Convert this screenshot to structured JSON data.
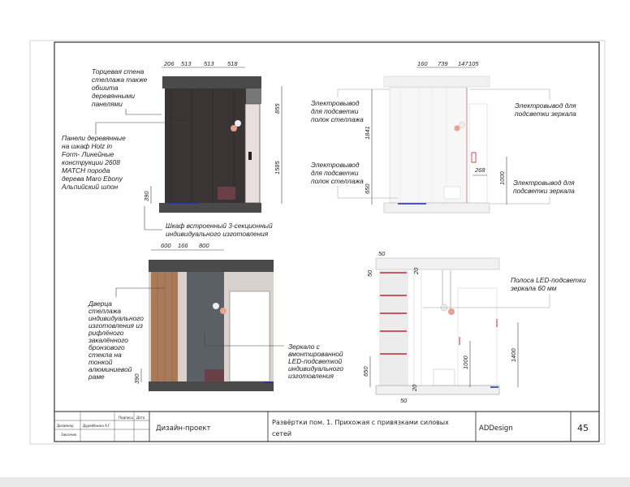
{
  "sheet": {
    "project_type": "Дизайн-проект",
    "title_line1": "Развёртки пом. 1. Прихожая с привязками силовых",
    "title_line2": "сетей",
    "studio": "ADDesign",
    "sheet_number": "45",
    "headers": {
      "signature": "Подпись",
      "date": "Дата"
    },
    "rows": [
      {
        "role": "Дизайнер",
        "name": "Дурейбнина А.Г."
      },
      {
        "role": "Заказчик",
        "name": ""
      }
    ]
  },
  "elevation_1": {
    "dims_top": [
      "206",
      "513",
      "513",
      "518"
    ],
    "dims_right": [
      "855",
      "1585"
    ],
    "dim_left": "390",
    "note_end_wall": [
      "Торцевая стена",
      "стеллажа также",
      "обшита",
      "деревянными",
      "панелями"
    ],
    "note_panels": [
      "Панели деревянные",
      "на шкаф Holz in",
      "Form- Линейные",
      "конструкции 2608",
      "MATCH порода",
      "дерева Maro Ebony",
      "Альпийский шпон"
    ],
    "note_wardrobe": [
      "Шкаф встроенный 3-секционный",
      "индивидуального изготовления"
    ]
  },
  "elevation_2": {
    "dims_top": [
      "160",
      "739",
      "147",
      "105"
    ],
    "dims_left": [
      "1841",
      "650"
    ],
    "dim_268": "268",
    "dim_1000": "1000",
    "note_shelf_outlet_1": [
      "Электровывод",
      "для подсветки",
      "полок стеллажа"
    ],
    "note_shelf_outlet_2": [
      "Электровывод",
      "для подсветки",
      "полок стеллажа"
    ],
    "note_mirror_outlet_1": [
      "Электровывод для",
      "подсветки зеркала"
    ],
    "note_mirror_outlet_2": [
      "Электровывод для",
      "подсветки зеркала"
    ]
  },
  "elevation_3": {
    "dims_top": [
      "600",
      "166",
      "800"
    ],
    "dim_left": "390",
    "note_door": [
      "Дверца",
      "стеллажа",
      "индивидуального",
      "изготовления из",
      "рифлёного",
      "закалённого",
      "бронзового",
      "стекла на",
      "тонкой",
      "алюминиевой",
      "раме"
    ],
    "note_mirror": [
      "Зеркало с",
      "вмонтированной",
      "LED-подсветкой",
      "индивидуального",
      "изготовления"
    ]
  },
  "elevation_4": {
    "dim_top": "50",
    "dim_left_top": "50",
    "dim_20_top": "20",
    "dim_650": "650",
    "dim_1000": "1000",
    "dim_1400": "1400",
    "dim_20_bottom": "20",
    "dim_bottom": "50",
    "note_led": [
      "Полоса LED-подсветки",
      "зеркала 60 мм"
    ]
  },
  "colors": {
    "dark_panel": "#3a3434",
    "slab": "#4a4a4a",
    "accent_red": "#c0272d",
    "led_blue": "#1c2fa8",
    "lamp_pink": "#e8a090"
  }
}
